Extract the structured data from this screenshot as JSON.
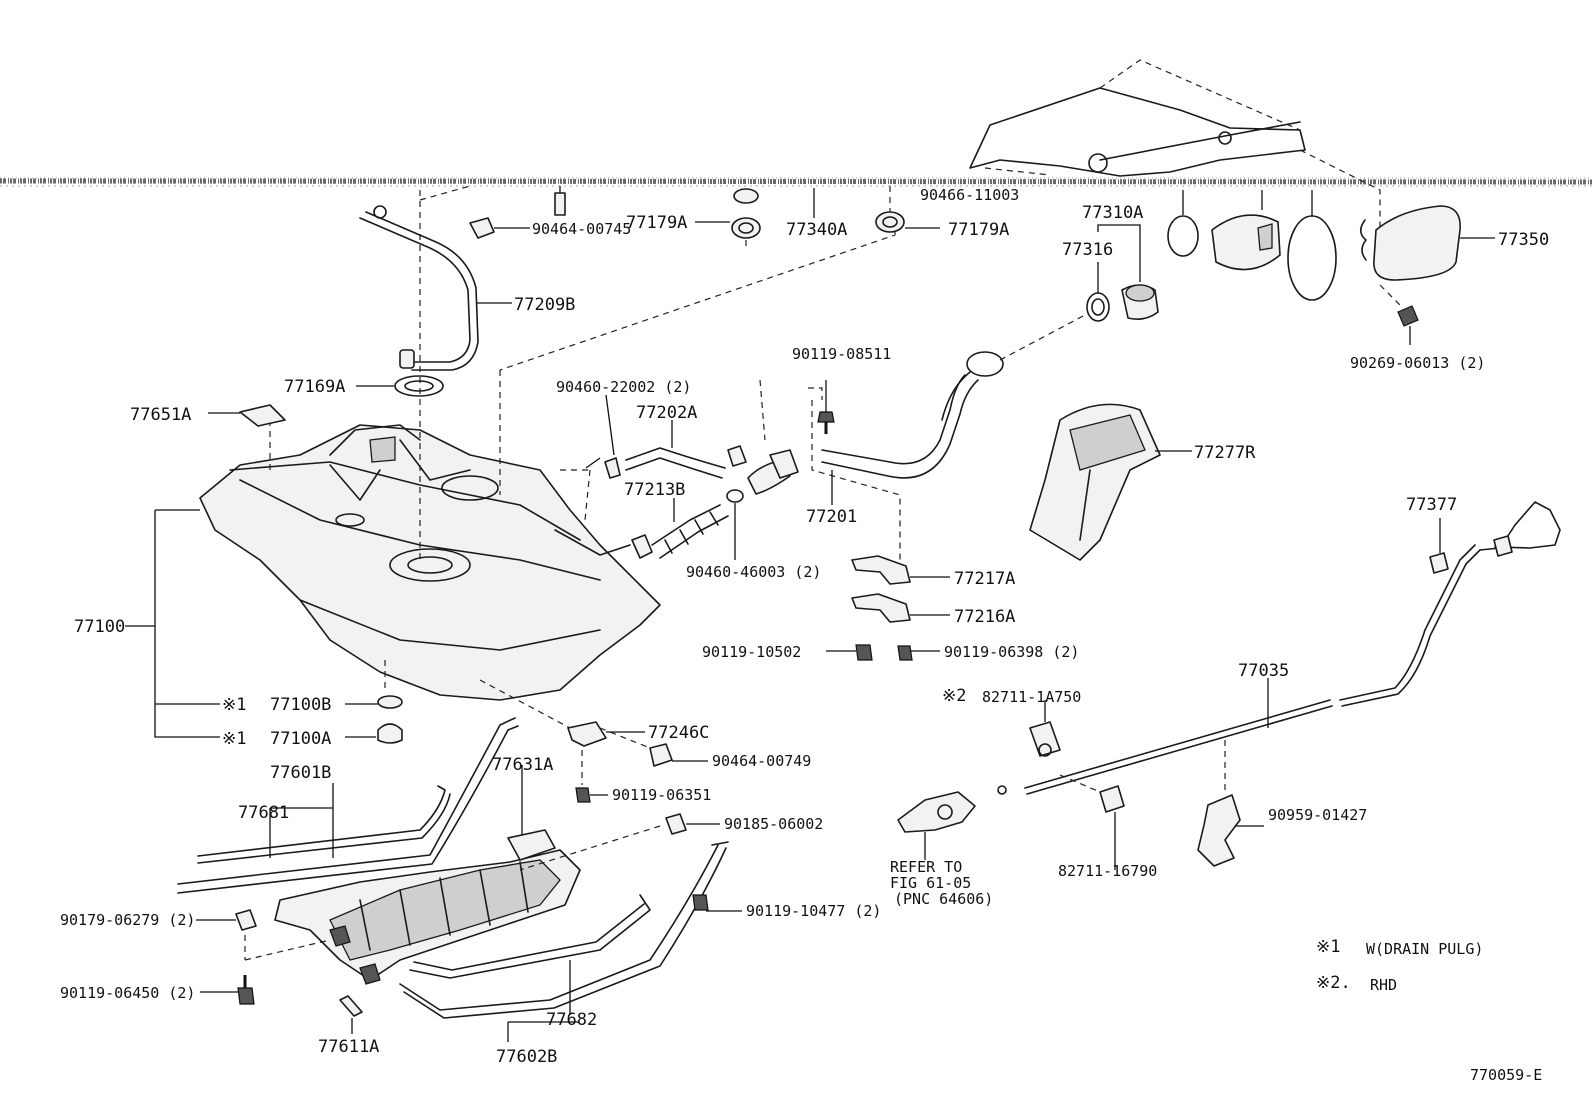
{
  "diagram": {
    "figure_code": "770059-E",
    "parts": {
      "p90466_11003": "90466-11003",
      "p77179A_l": "77179A",
      "p77340A": "77340A",
      "p77179A_r": "77179A",
      "p90464_00745": "90464-00745",
      "p77209B": "77209B",
      "p77169A": "77169A",
      "p77651A": "77651A",
      "p77310A": "77310A",
      "p77316": "77316",
      "p77350": "77350",
      "p90269_06013": "90269-06013 (2)",
      "p90119_08511": "90119-08511",
      "p90460_22002": "90460-22002 (2)",
      "p77202A": "77202A",
      "p77213B": "77213B",
      "p77201": "77201",
      "p77277R": "77277R",
      "p77377": "77377",
      "p90460_46003": "90460-46003 (2)",
      "p77217A": "77217A",
      "p77216A": "77216A",
      "p90119_10502": "90119-10502",
      "p90119_06398": "90119-06398 (2)",
      "p77100": "77100",
      "p77100B": "77100B",
      "p77100A": "77100A",
      "p82711_1A750": "82711-1A750",
      "p77035": "77035",
      "p77246C": "77246C",
      "p90464_00749": "90464-00749",
      "p77601B": "77601B",
      "p77631A": "77631A",
      "p77681": "77681",
      "p90119_06351": "90119-06351",
      "p90185_06002": "90185-06002",
      "p90959_01427": "90959-01427",
      "p82711_16790": "82711-16790",
      "p90179_06279": "90179-06279 (2)",
      "p90119_10477": "90119-10477 (2)",
      "p90119_06450": "90119-06450 (2)",
      "p77682": "77682",
      "p77611A": "77611A",
      "p77602B": "77602B"
    },
    "marks": {
      "m1": "※1",
      "m2": "※2",
      "m1b": "※1"
    },
    "refer": {
      "line1": "REFER TO",
      "line2": "FIG 61-05",
      "line3": "(PNC 64606)"
    },
    "notes": {
      "n1_mark": "※1",
      "n1_text": "W(DRAIN PULG)",
      "n2_mark": "※2.",
      "n2_text": "RHD"
    }
  }
}
